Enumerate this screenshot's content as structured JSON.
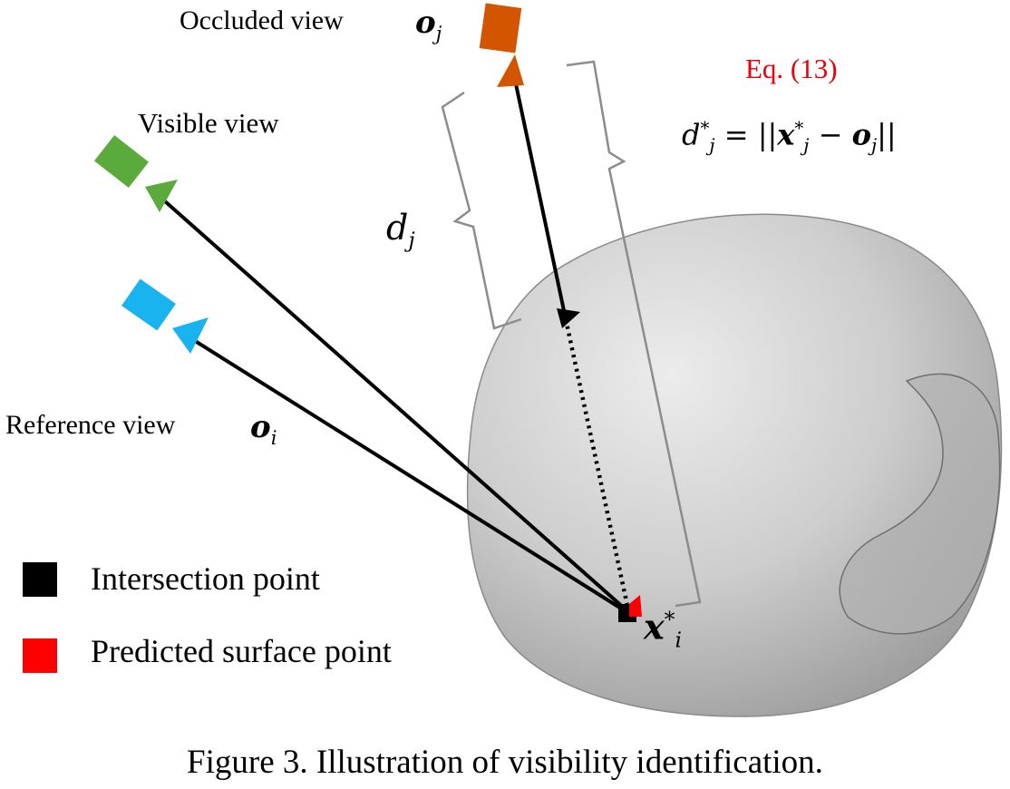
{
  "labels": {
    "occluded_view": "Occluded view",
    "visible_view": "Visible view",
    "reference_view": "Reference view",
    "eq_ref": "Eq. (13)"
  },
  "math": {
    "o_j": "o",
    "o_j_sub": "j",
    "o_i": "o",
    "o_i_sub": "i",
    "x_i": "x",
    "x_i_sub": "i",
    "x_i_sup": "*",
    "d_j": "d",
    "d_j_sub": "j",
    "eq_lhs": "d",
    "eq_lhs_sub": "j",
    "eq_lhs_sup": "*",
    "eq_mid": " = ||",
    "eq_x": "x",
    "eq_x_sub": "j",
    "eq_x_sup": "*",
    "eq_minus": " − ",
    "eq_o": "o",
    "eq_o_sub": "j",
    "eq_end": "||"
  },
  "legend": {
    "intersection": "Intersection point",
    "predicted": "Predicted surface point"
  },
  "caption": "Figure 3. Illustration of visibility identification.",
  "colors": {
    "occluded_camera": "#d45500",
    "visible_camera": "#5aaa3c",
    "reference_camera": "#19b4f0",
    "equation_ref": "#e8000b",
    "predicted_point": "#ff0000",
    "intersection_point": "#000000",
    "bracket": "#8c8c8c",
    "object": "#c8c8c8"
  }
}
